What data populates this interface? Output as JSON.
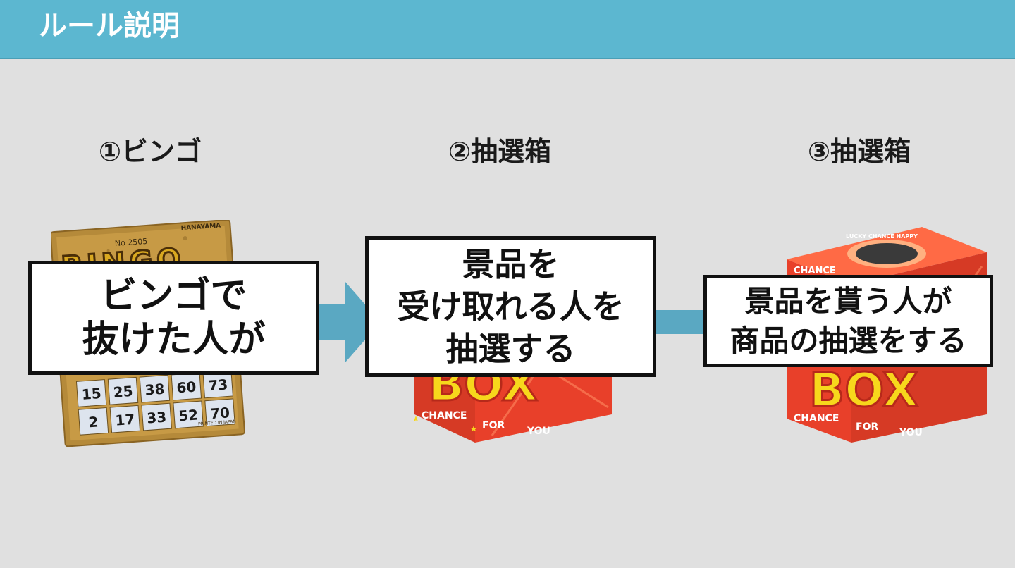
{
  "header": {
    "title": "ルール説明"
  },
  "steps": [
    {
      "title": "①ビンゴ",
      "callout_lines": [
        "ビンゴで",
        "抜けた人が"
      ]
    },
    {
      "title": "②抽選箱",
      "callout_lines": [
        "景品を",
        "受け取れる人を",
        "抽選する"
      ]
    },
    {
      "title": "③抽選箱",
      "callout_lines": [
        "景品を貰う人が",
        "商品の抽選をする"
      ]
    }
  ],
  "bingo_card": {
    "serial": "No 2505",
    "brand": "HANAYAMA",
    "logo": "BINGO",
    "numbers_row1": [
      "15",
      "25",
      "38",
      "60",
      "73"
    ],
    "numbers_row2": [
      "2",
      "17",
      "33",
      "52",
      "70"
    ],
    "footer": "PRINTED IN JAPAN"
  },
  "lottery_box": {
    "logo": "BOX",
    "banner": "CHANCE",
    "tagline_words": [
      "CHANCE",
      "FOR",
      "YOU"
    ],
    "rim_text": "LUCKY  CHANCE  HAPPY"
  },
  "colors": {
    "header_bg": "#5cb7d0",
    "page_bg": "#e0e0e0",
    "arrow": "#5aa8c2",
    "box_red": "#e8402a",
    "box_yellow": "#f7d71c",
    "card_gold": "#b58a3a"
  }
}
